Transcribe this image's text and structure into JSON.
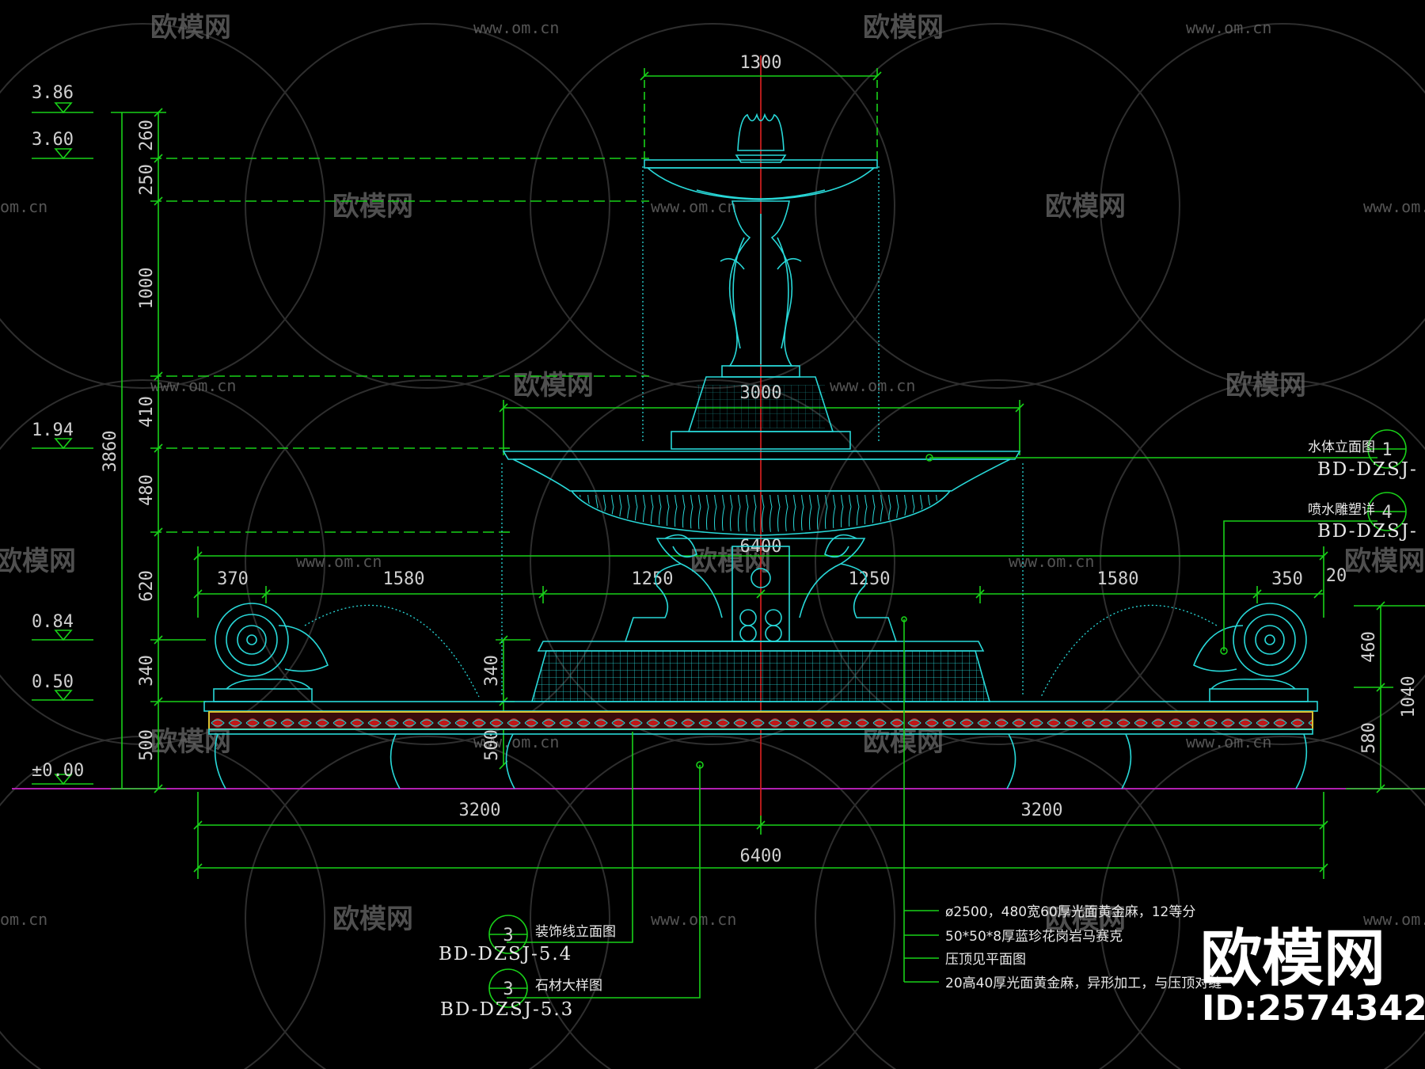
{
  "watermark": {
    "logo_text": "欧模网",
    "url": "www.om.cn",
    "url_partial": "om.cn"
  },
  "elevations": [
    "3.86",
    "3.60",
    "1.94",
    "0.84",
    "0.50",
    "±0.00"
  ],
  "left_dims": {
    "total": "3860",
    "segments": [
      "260",
      "250",
      "1000",
      "410",
      "480",
      "620",
      "340",
      "500"
    ]
  },
  "right_dims": {
    "total": "1040",
    "segments": [
      "460",
      "580"
    ]
  },
  "top_width": "1300",
  "mid_width": "3000",
  "basin_width": "6400",
  "row_dims": [
    "370",
    "1580",
    "1250",
    "1250",
    "1580",
    "350",
    "20"
  ],
  "small_dims": {
    "pool_height": "340",
    "wall_height": "500"
  },
  "bottom_dims": {
    "half_left": "3200",
    "half_right": "3200",
    "overall": "6400"
  },
  "callouts": [
    {
      "number": "1",
      "title": "水体立面图",
      "code": "BD-DZSJ-"
    },
    {
      "number": "4",
      "title": "喷水雕塑详",
      "code": "BD-DZSJ-"
    },
    {
      "number": "3",
      "title": "装饰线立面图",
      "code": "BD-DZSJ-5.4"
    },
    {
      "number": "3",
      "title": "石材大样图",
      "code": "BD-DZSJ-5.3"
    }
  ],
  "notes": [
    "ø2500，480宽60厚光面黄金麻，12等分",
    "50*50*8厚蓝珍花岗岩马赛克",
    "压顶见平面图",
    "20高40厚光面黄金麻，异形加工，与压顶对缝"
  ],
  "brand": {
    "name": "欧模网",
    "id": "ID:2574342"
  },
  "colors": {
    "background": "#000000",
    "dimension": "#19d119",
    "outline": "#28d8d8",
    "centerline": "#e02020",
    "ground": "#b020b0",
    "mosaic": "#c01818",
    "trim": "#d8c030"
  }
}
